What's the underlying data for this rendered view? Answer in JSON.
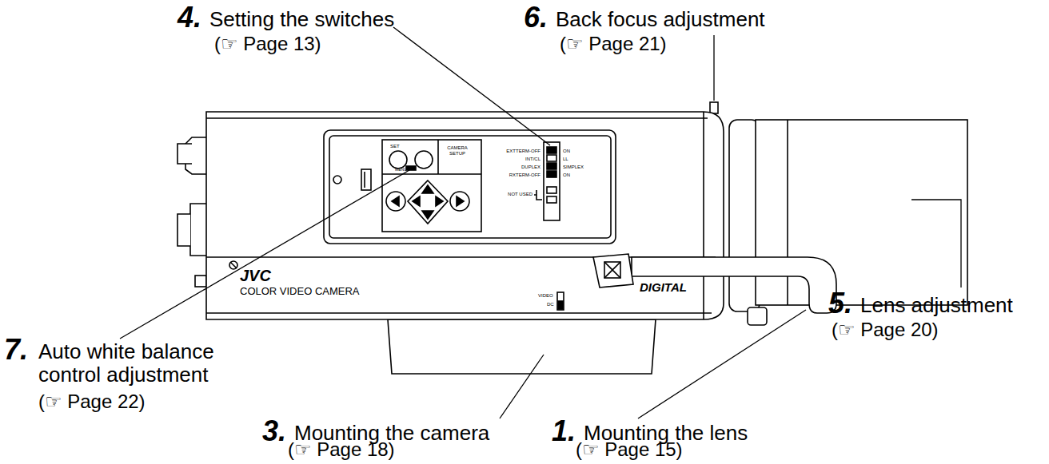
{
  "diagram": {
    "labels": [
      "4.",
      "Setting the switches",
      "(☞ Page 13)",
      "6.",
      "Back focus adjustment",
      "(☞ Page 21)",
      "SET",
      "MENU",
      "CAMERA SETUP",
      "EXTTERM-OFF",
      "ON",
      "INT/CL",
      "LL",
      "DUPLEX",
      "SIMPLEX",
      "RXTERM-OFF",
      "ON",
      "NOT USED",
      "JVC",
      "COLOR VIDEO CAMERA",
      "VIDEO",
      "DC",
      "DIGITAL",
      "7.",
      "Auto white balance control adjustment",
      "(☞ Page 22)",
      "5.",
      "Lens adjustment",
      "(☞ Page 20)",
      "3.",
      "Mounting the camera",
      "(☞ Page 18)",
      "1.",
      "Mounting the lens",
      "(☞ Page 15)"
    ]
  }
}
